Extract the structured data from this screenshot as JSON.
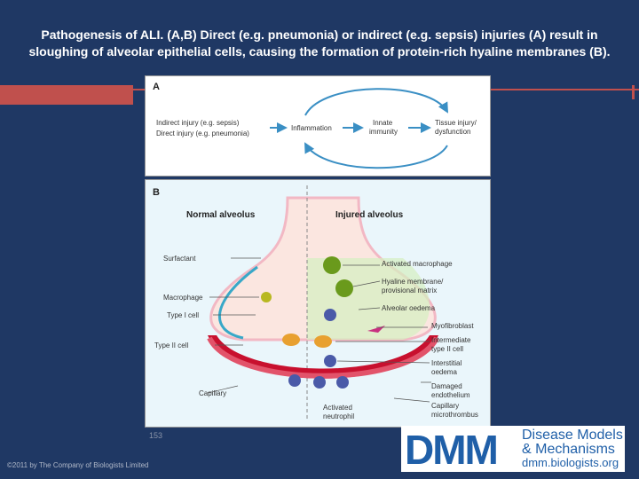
{
  "title": "Pathogenesis of ALI. (A,B) Direct (e.g. pneumonia) or indirect (e.g. sepsis) injuries (A) result in sloughing of alveolar epithelial cells, causing the formation of protein-rich hyaline membranes (B).",
  "panel_a": {
    "label": "A",
    "indirect": "Indirect injury (e.g. sepsis)",
    "direct": "Direct injury (e.g. pneumonia)",
    "inflammation": "Inflammation",
    "innate1": "Innate",
    "innate2": "immunity",
    "tissue1": "Tissue injury/",
    "tissue2": "dysfunction"
  },
  "panel_b": {
    "label": "B",
    "normal": "Normal alveolus",
    "injured": "Injured alveolus",
    "left_labels": [
      "Surfactant",
      "Macrophage",
      "Type I cell",
      "Type II cell",
      "Capillary"
    ],
    "right_labels": [
      "Activated macrophage",
      "Hyaline membrane/",
      "provisional matrix",
      "Alveolar oedema",
      "Myofibroblast",
      "Intermediate",
      "type II cell",
      "Interstitial",
      "oedema",
      "Damaged",
      "endothelium",
      "Capillary",
      "microthrombus"
    ],
    "bottom_labels": [
      "Activated",
      "neutrophil"
    ]
  },
  "slide_number": "153",
  "copyright": "©2011 by The Company of Biologists Limited",
  "logo": {
    "dmm": "DMM",
    "line1": "Disease Models",
    "line2": "& Mechanisms",
    "line3": "dmm.biologists.org"
  },
  "colors": {
    "background": "#1f3864",
    "accent": "#c0504d",
    "logo_blue": "#1f5fa8"
  }
}
